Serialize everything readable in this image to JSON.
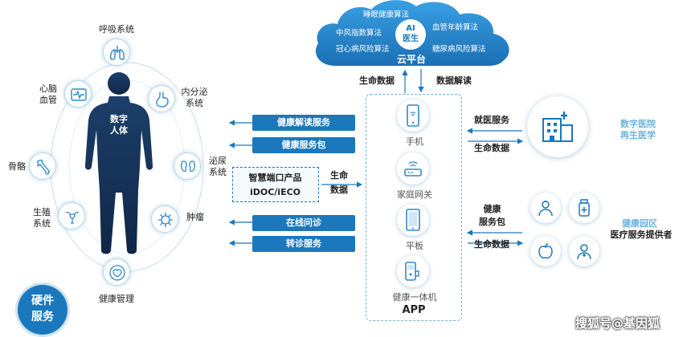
{
  "body": {
    "figure_label": "数字\n人体",
    "organs": [
      {
        "key": "respiratory",
        "label": "呼吸系统",
        "icon": "lungs-icon"
      },
      {
        "key": "cardio",
        "label": "心脑\n血管",
        "icon": "heartbeat-icon"
      },
      {
        "key": "endocrine",
        "label": "内分泌\n系统",
        "icon": "stomach-icon"
      },
      {
        "key": "bone",
        "label": "骨骼",
        "icon": "bone-icon"
      },
      {
        "key": "urinary",
        "label": "泌尿\n系统",
        "icon": "kidney-icon"
      },
      {
        "key": "reproductive",
        "label": "生殖\n系统",
        "icon": "uterus-icon"
      },
      {
        "key": "tumor",
        "label": "肿瘤",
        "icon": "virus-icon"
      },
      {
        "key": "health",
        "label": "健康管理",
        "icon": "heart-shield-icon"
      }
    ],
    "hardware_badge": "硬件\n服务"
  },
  "services": {
    "health_interpret": "健康解读服务",
    "health_pack": "健康服务包",
    "smart_port_title": "智慧端口产品",
    "smart_port_sub": "iDOC/iECO",
    "life_data": "生命\n数据",
    "online_consult": "在线问诊",
    "referral": "转诊服务"
  },
  "cloud": {
    "center": "AI\n医生",
    "platform": "云平台",
    "algorithms": [
      "睡眠健康算法",
      "中风指数算法",
      "血管年龄算法",
      "冠心病风险算法",
      "糖尿病风险算法"
    ],
    "up_label": "生命数据",
    "down_label": "数据解读"
  },
  "app": {
    "title": "APP",
    "devices": [
      {
        "label": "手机",
        "icon": "phone-icon"
      },
      {
        "label": "家庭网关",
        "icon": "router-icon"
      },
      {
        "label": "平板",
        "icon": "tablet-icon"
      },
      {
        "label": "健康一体机",
        "icon": "health-kiosk-icon"
      }
    ]
  },
  "right": {
    "medical_service": "就医服务",
    "life_data_1": "生命数据",
    "hospital_title": "数字医院\n再生医学",
    "health_pack": "健康\n服务包",
    "life_data_2": "生命数据",
    "park_title": "健康园区",
    "provider": "医疗服务提供者"
  },
  "watermark": "搜狐号@基因狐",
  "colors": {
    "accent": "#1b78bd",
    "cloud": "#2a8fd6",
    "light_label": "#6bb5e0"
  }
}
